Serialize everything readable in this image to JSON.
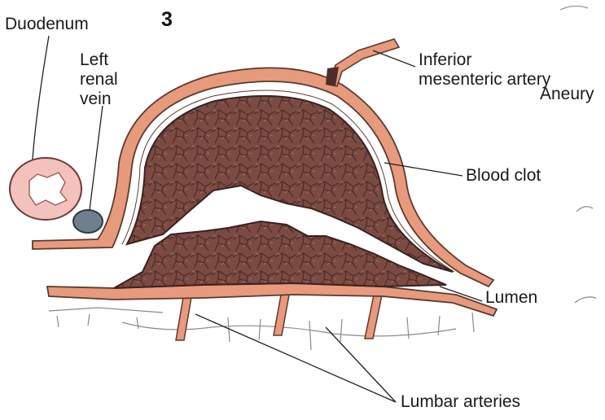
{
  "panel_number": "3",
  "labels": {
    "duodenum": "Duodenum",
    "left_renal_vein_line1": "Left",
    "left_renal_vein_line2": "renal",
    "left_renal_vein_line3": "vein",
    "ima_line1": "Inferior",
    "ima_line2": "mesenteric artery",
    "aneurysm_partial": "Aneury",
    "blood_clot": "Blood clot",
    "lumen": "Lumen",
    "lumbar_arteries": "Lumbar arteries"
  },
  "colors": {
    "wall": "#e89a7c",
    "wall_outline": "#5a3a30",
    "clot": "#7a4a42",
    "clot_dark": "#4e2c28",
    "duodenum_fill": "#f1b8b4",
    "renal_vein": "#6f7f8f"
  }
}
